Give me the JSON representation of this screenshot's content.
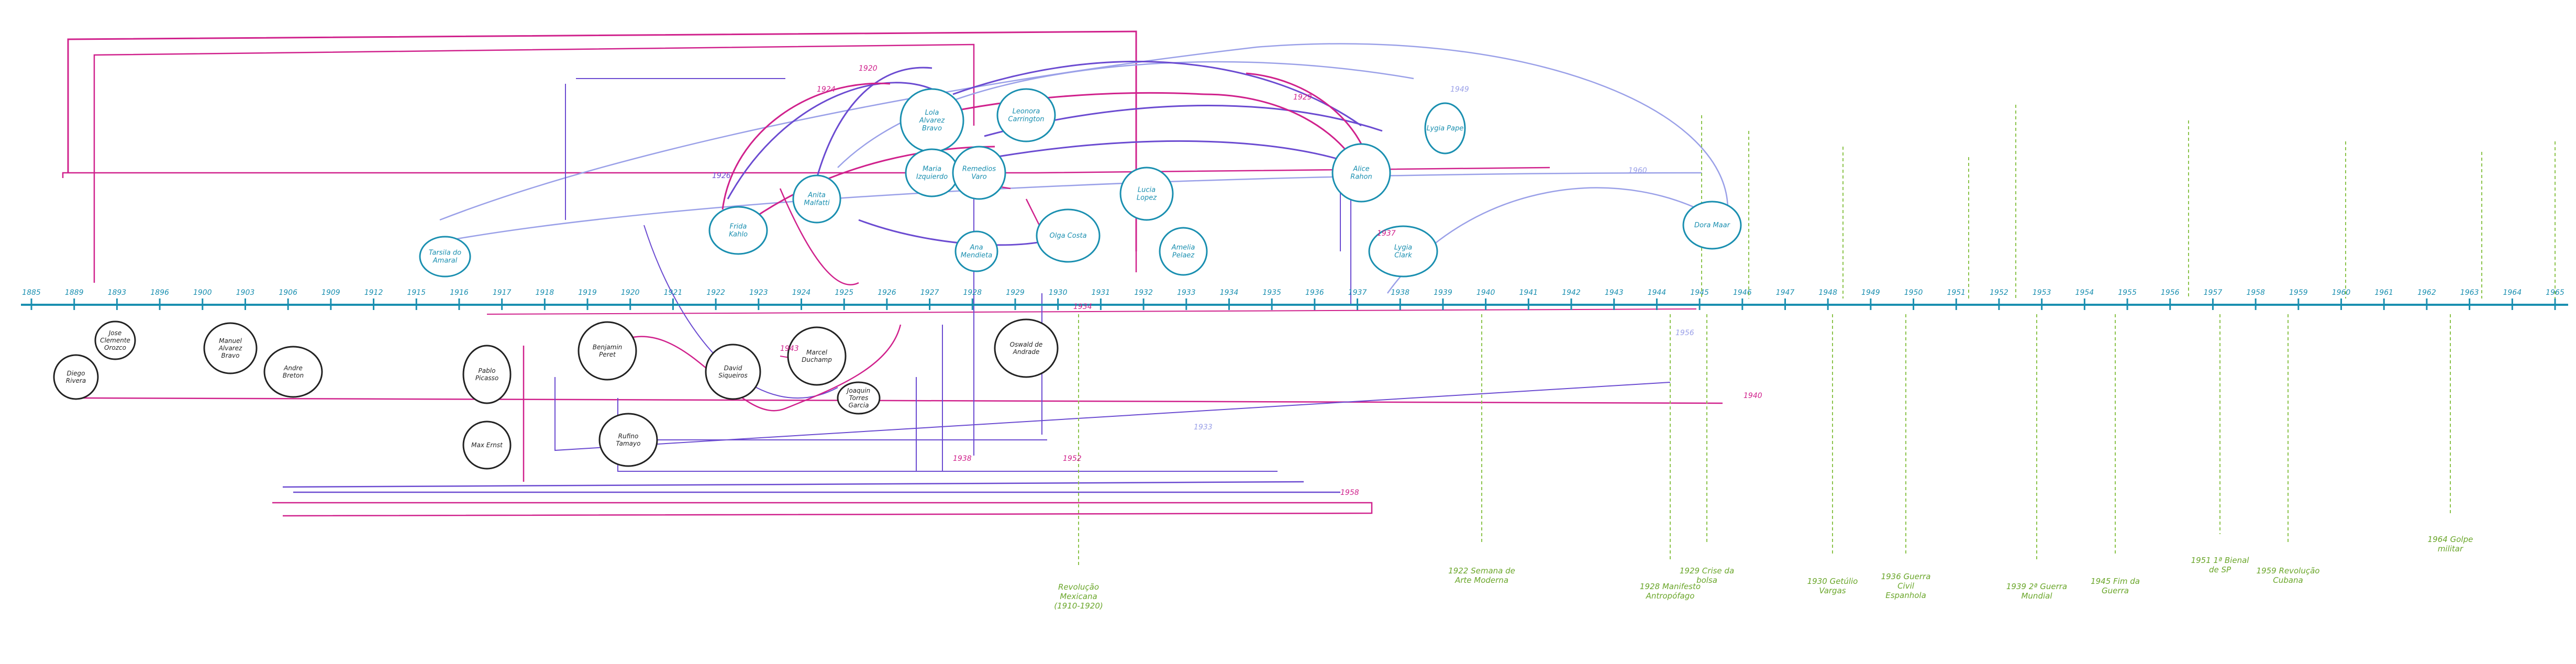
{
  "timeline": {
    "ticks": [
      "1885",
      "1889",
      "1893",
      "1896",
      "1900",
      "1903",
      "1906",
      "1909",
      "1912",
      "1915",
      "1916",
      "1917",
      "1918",
      "1919",
      "1920",
      "1921",
      "1922",
      "1923",
      "1924",
      "1925",
      "1926",
      "1927",
      "1928",
      "1929",
      "1930",
      "1931",
      "1932",
      "1933",
      "1934",
      "1935",
      "1936",
      "1937",
      "1938",
      "1939",
      "1940",
      "1941",
      "1942",
      "1943",
      "1944",
      "1945",
      "1946",
      "1947",
      "1948",
      "1949",
      "1950",
      "1951",
      "1952",
      "1953",
      "1954",
      "1955",
      "1956",
      "1957",
      "1958",
      "1959",
      "1960",
      "1961",
      "1962",
      "1963",
      "1964",
      "1965"
    ]
  },
  "teal_nodes": [
    {
      "id": "t1",
      "text": "Tarsila do Amaral"
    },
    {
      "id": "t2",
      "text": "Frida Kahlo"
    },
    {
      "id": "t3",
      "text": "Anita Malfatti"
    },
    {
      "id": "t4",
      "text": "Lola Alvarez Bravo"
    },
    {
      "id": "t5",
      "text": "Maria Izquierdo"
    },
    {
      "id": "t6",
      "text": "Remedios Varo"
    },
    {
      "id": "t7",
      "text": "Leonora Carrington"
    },
    {
      "id": "t8",
      "text": "Olga Costa"
    },
    {
      "id": "t9",
      "text": "Lucia Lopez"
    },
    {
      "id": "t10",
      "text": "Amelia Pelaez"
    },
    {
      "id": "t11",
      "text": "Alice Rahon"
    },
    {
      "id": "t12",
      "text": "Lygia Clark"
    },
    {
      "id": "t13",
      "text": "Lygia Pape"
    },
    {
      "id": "t14",
      "text": "Dora Maar"
    },
    {
      "id": "t15",
      "text": "Ana Mendieta"
    }
  ],
  "black_nodes": [
    {
      "id": "b1",
      "text": "Diego Rivera"
    },
    {
      "id": "b2",
      "text": "Jose Clemente Orozco"
    },
    {
      "id": "b3",
      "text": "Manuel Alvarez Bravo"
    },
    {
      "id": "b4",
      "text": "Andre Breton"
    },
    {
      "id": "b5",
      "text": "Pablo Picasso"
    },
    {
      "id": "b6",
      "text": "Max Ernst"
    },
    {
      "id": "b7",
      "text": "Benjamin Peret"
    },
    {
      "id": "b8",
      "text": "Rufino Tamayo"
    },
    {
      "id": "b9",
      "text": "David Siqueiros"
    },
    {
      "id": "b10",
      "text": "Marcel Duchamp"
    },
    {
      "id": "b11",
      "text": "Joaquin Torres Garcia"
    },
    {
      "id": "b12",
      "text": "Oswald de Andrade"
    }
  ],
  "green_notes": [
    {
      "text": "Revolução Mexicana (1910-1920)"
    },
    {
      "text": "1922 Semana de Arte Moderna"
    },
    {
      "text": "1928 Manifesto Antropófago"
    },
    {
      "text": "1929 Crise da bolsa"
    },
    {
      "text": "1930 Getúlio Vargas"
    },
    {
      "text": "1936 Guerra Civil Espanhola"
    },
    {
      "text": "1939 2ª Guerra Mundial"
    },
    {
      "text": "1945 Fim da Guerra"
    },
    {
      "text": "1951 1ª Bienal de SP"
    },
    {
      "text": "1959 Revolução Cubana"
    },
    {
      "text": "1964 Golpe militar"
    }
  ],
  "link_labels": [
    "1920",
    "1924",
    "1926",
    "1929",
    "1933",
    "1934",
    "1937",
    "1938",
    "1940",
    "1943",
    "1949",
    "1952",
    "1956",
    "1958",
    "1960"
  ],
  "colors": {
    "teal": "#1a8fb0",
    "magenta": "#d0218c",
    "purple": "#6b4bd1",
    "lavender": "#9aa0e8",
    "green": "#6aa62a",
    "black": "#222222"
  }
}
